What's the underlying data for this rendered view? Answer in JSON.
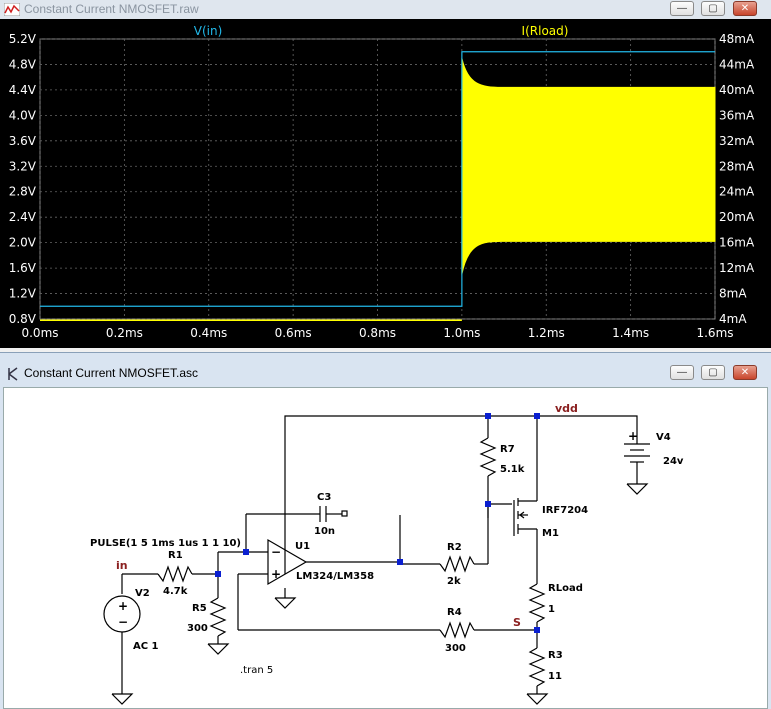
{
  "waveform_window": {
    "title": "Constant Current NMOSFET.raw",
    "controls": {
      "minimize": "—",
      "maximize": "▢",
      "close": "✕"
    },
    "colors": {
      "background": "#000000",
      "vin": "#22b8e8",
      "irload": "#ffff00",
      "axis_text": "#ffffff"
    }
  },
  "schematic_window": {
    "title": "Constant Current NMOSFET.asc",
    "controls": {
      "minimize": "—",
      "maximize": "▢",
      "close": "✕"
    },
    "labels": {
      "pulse": "PULSE(1 5 1ms 1us 1 1 10)",
      "net_in": "in",
      "net_vdd": "vdd",
      "net_s": "S",
      "v2": "V2",
      "v2_ac": "AC 1",
      "r1": "R1",
      "r1_val": "4.7k",
      "r5": "R5",
      "r5_val": "300",
      "c3": "C3",
      "c3_val": "10n",
      "u1": "U1",
      "u1_val": "LM324/LM358",
      "r2": "R2",
      "r2_val": "2k",
      "r4": "R4",
      "r4_val": "300",
      "r7": "R7",
      "r7_val": "5.1k",
      "m1_part": "IRF7204",
      "m1": "M1",
      "rload": "RLoad",
      "rload_val": "1",
      "r3": "R3",
      "r3_val": "11",
      "v4": "V4",
      "v4_val": "24v",
      "tran": ".tran 5",
      "plus": "+",
      "minus": "−"
    }
  },
  "chart_data": {
    "type": "line",
    "series": [
      {
        "name": "V(in)",
        "axis": "left",
        "x": [
          0,
          1.0,
          1.0,
          1.6
        ],
        "y": [
          1.0,
          1.0,
          5.0,
          5.0
        ]
      },
      {
        "name": "I(Rload)",
        "axis": "right",
        "x": [
          0,
          1.0,
          1.0,
          1.6
        ],
        "y": [
          3.8,
          3.8,
          30,
          30
        ],
        "envelope_upper": 40.4,
        "envelope_lower": 16.2
      }
    ],
    "x_ticks": [
      "0.0ms",
      "0.2ms",
      "0.4ms",
      "0.6ms",
      "0.8ms",
      "1.0ms",
      "1.2ms",
      "1.4ms",
      "1.6ms"
    ],
    "x_tick_values": [
      0,
      0.2,
      0.4,
      0.6,
      0.8,
      1.0,
      1.2,
      1.4,
      1.6
    ],
    "xlim": [
      0,
      1.6
    ],
    "left_ticks": [
      "5.2V",
      "4.8V",
      "4.4V",
      "4.0V",
      "3.6V",
      "3.2V",
      "2.8V",
      "2.4V",
      "2.0V",
      "1.6V",
      "1.2V",
      "0.8V"
    ],
    "left_tick_values": [
      5.2,
      4.8,
      4.4,
      4.0,
      3.6,
      3.2,
      2.8,
      2.4,
      2.0,
      1.6,
      1.2,
      0.8
    ],
    "ylim_left": [
      0.8,
      5.2
    ],
    "right_ticks": [
      "48mA",
      "44mA",
      "40mA",
      "36mA",
      "32mA",
      "28mA",
      "24mA",
      "20mA",
      "16mA",
      "12mA",
      "8mA",
      "4mA"
    ],
    "right_tick_values": [
      48,
      44,
      40,
      36,
      32,
      28,
      24,
      20,
      16,
      12,
      8,
      4
    ],
    "ylim_right": [
      4,
      48
    ],
    "grid": true
  }
}
